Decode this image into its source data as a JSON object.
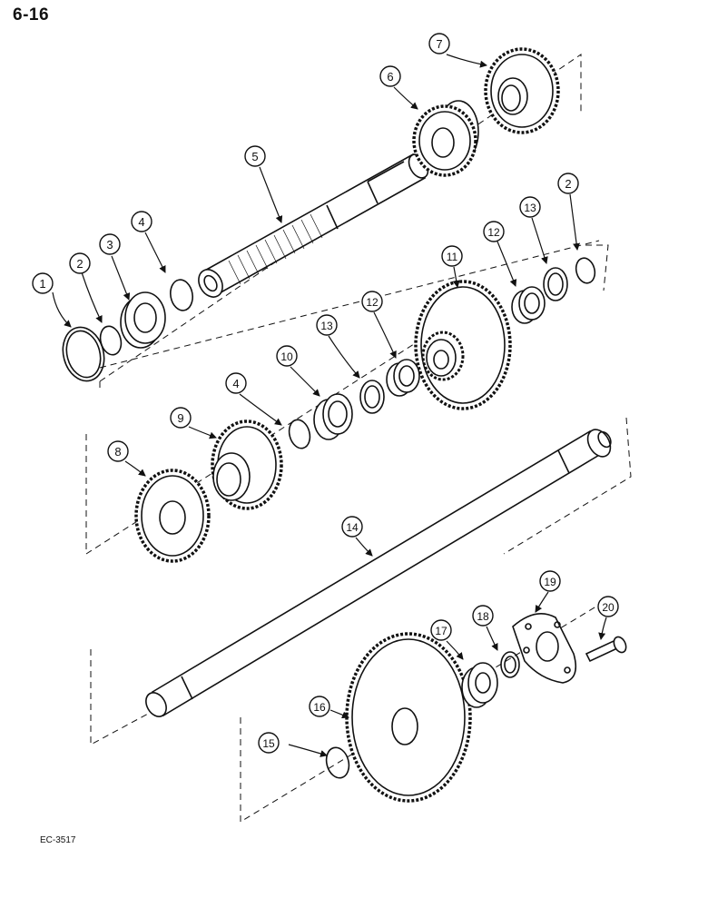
{
  "page_number": "6-16",
  "figure_code": "EC-3517",
  "callouts": {
    "c1": "1",
    "c2a": "2",
    "c3": "3",
    "c4a": "4",
    "c5": "5",
    "c6": "6",
    "c7": "7",
    "c2b": "2",
    "c13a": "13",
    "c12a": "12",
    "c11": "11",
    "c13b": "13",
    "c12b": "12",
    "c10": "10",
    "c4b": "4",
    "c9": "9",
    "c8": "8",
    "c14": "14",
    "c15": "15",
    "c16": "16",
    "c17": "17",
    "c18": "18",
    "c19": "19",
    "c20": "20"
  }
}
